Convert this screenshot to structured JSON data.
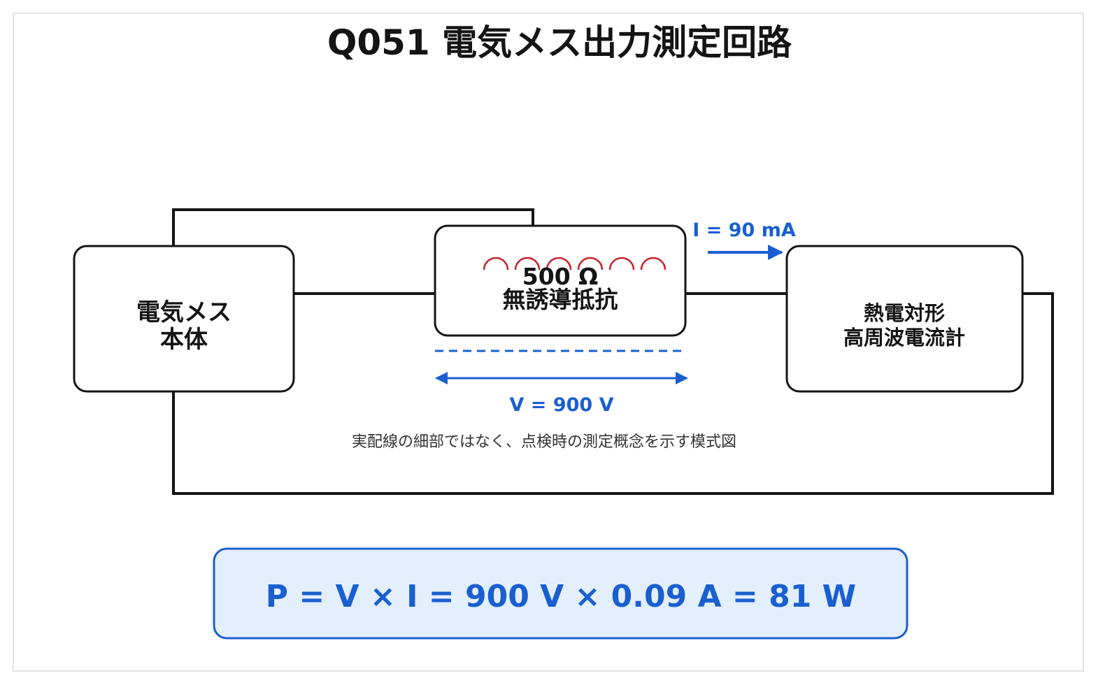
{
  "title": "Q051 電気メス出力測定回路",
  "generator": {
    "line1": "電気メス",
    "line2": "本体"
  },
  "resistor": {
    "value_label": "500 Ω",
    "name_label": "無誘導抵抗"
  },
  "meter": {
    "line1": "熱電対形",
    "line2": "高周波電流計"
  },
  "current_label": "I = 90 mA",
  "voltage_label": "V = 900 V",
  "note": "実配線の細部ではなく、点検時の測定概念を示す模式図",
  "formula": "P = V × I = 900 V × 0.09 A = 81 W",
  "colors": {
    "accent": "#1a5fd0",
    "coil": "#c8202a",
    "wire": "#141414",
    "formula_bg": "#e3effd"
  }
}
